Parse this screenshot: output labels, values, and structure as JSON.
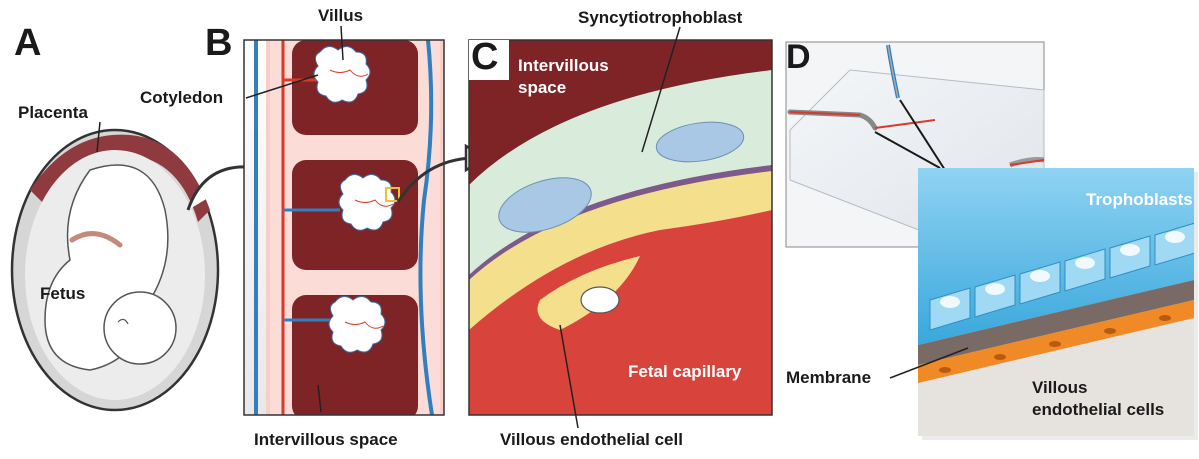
{
  "panels": {
    "a": {
      "letter": "A",
      "placenta_label": "Placenta",
      "fetus_label": "Fetus"
    },
    "b": {
      "letter": "B",
      "villus_label": "Villus",
      "cotyledon_label": "Cotyledon",
      "intervillous_label": "Intervillous space"
    },
    "c": {
      "letter": "C",
      "syncytio_label": "Syncytiotrophoblast",
      "intervillous_line1": "Intervillous",
      "intervillous_line2": "space",
      "fetal_capillary_label": "Fetal capillary",
      "endothelial_label": "Villous endothelial cell"
    },
    "d": {
      "letter": "D",
      "trophoblasts_label": "Trophoblasts",
      "membrane_label": "Membrane",
      "villous_line1": "Villous",
      "villous_line2": "endothelial cells"
    }
  },
  "colors": {
    "maternal_blood": "#7e2426",
    "syncytio": "#d9ecdb",
    "fetal_capillary": "#d8443c",
    "endothelial": "#f4df8c",
    "vessel_blue": "#2f7fc1",
    "vessel_red": "#d9392b",
    "trophoblast_blue": "#4fb6e6",
    "endothelial_orange": "#f08a26"
  }
}
